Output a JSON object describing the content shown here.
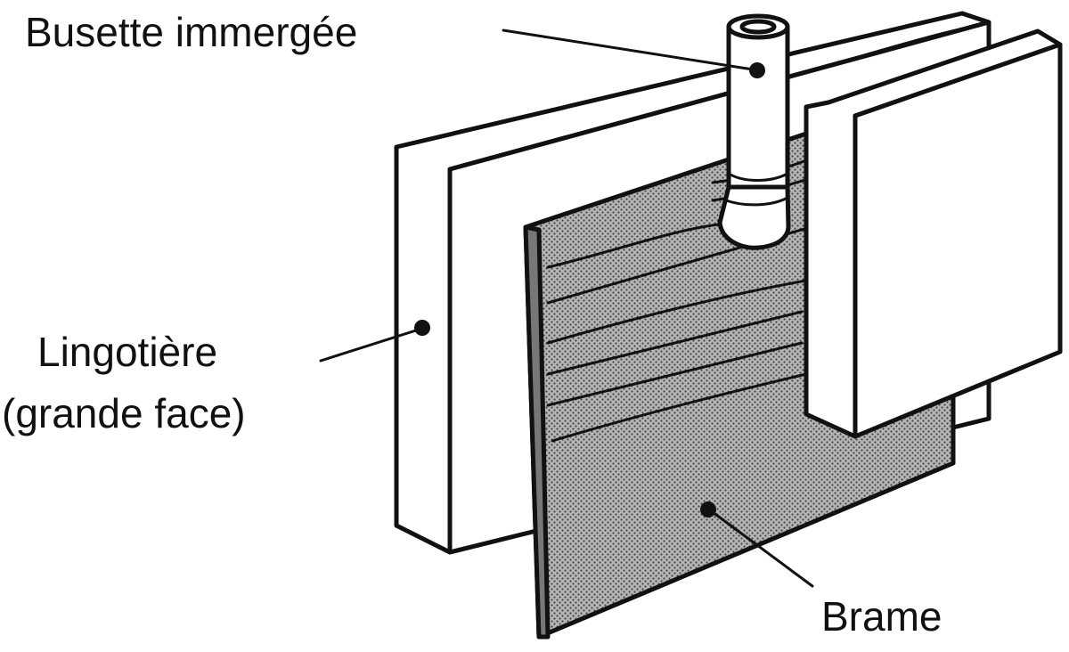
{
  "labels": {
    "nozzle": "Busette immergée",
    "mold_line1": "Lingotière",
    "mold_line2": "(grande face)",
    "slab": "Brame"
  },
  "colors": {
    "ink": "#111111",
    "paper": "#ffffff",
    "slab_fill": "#9a9a9a"
  }
}
